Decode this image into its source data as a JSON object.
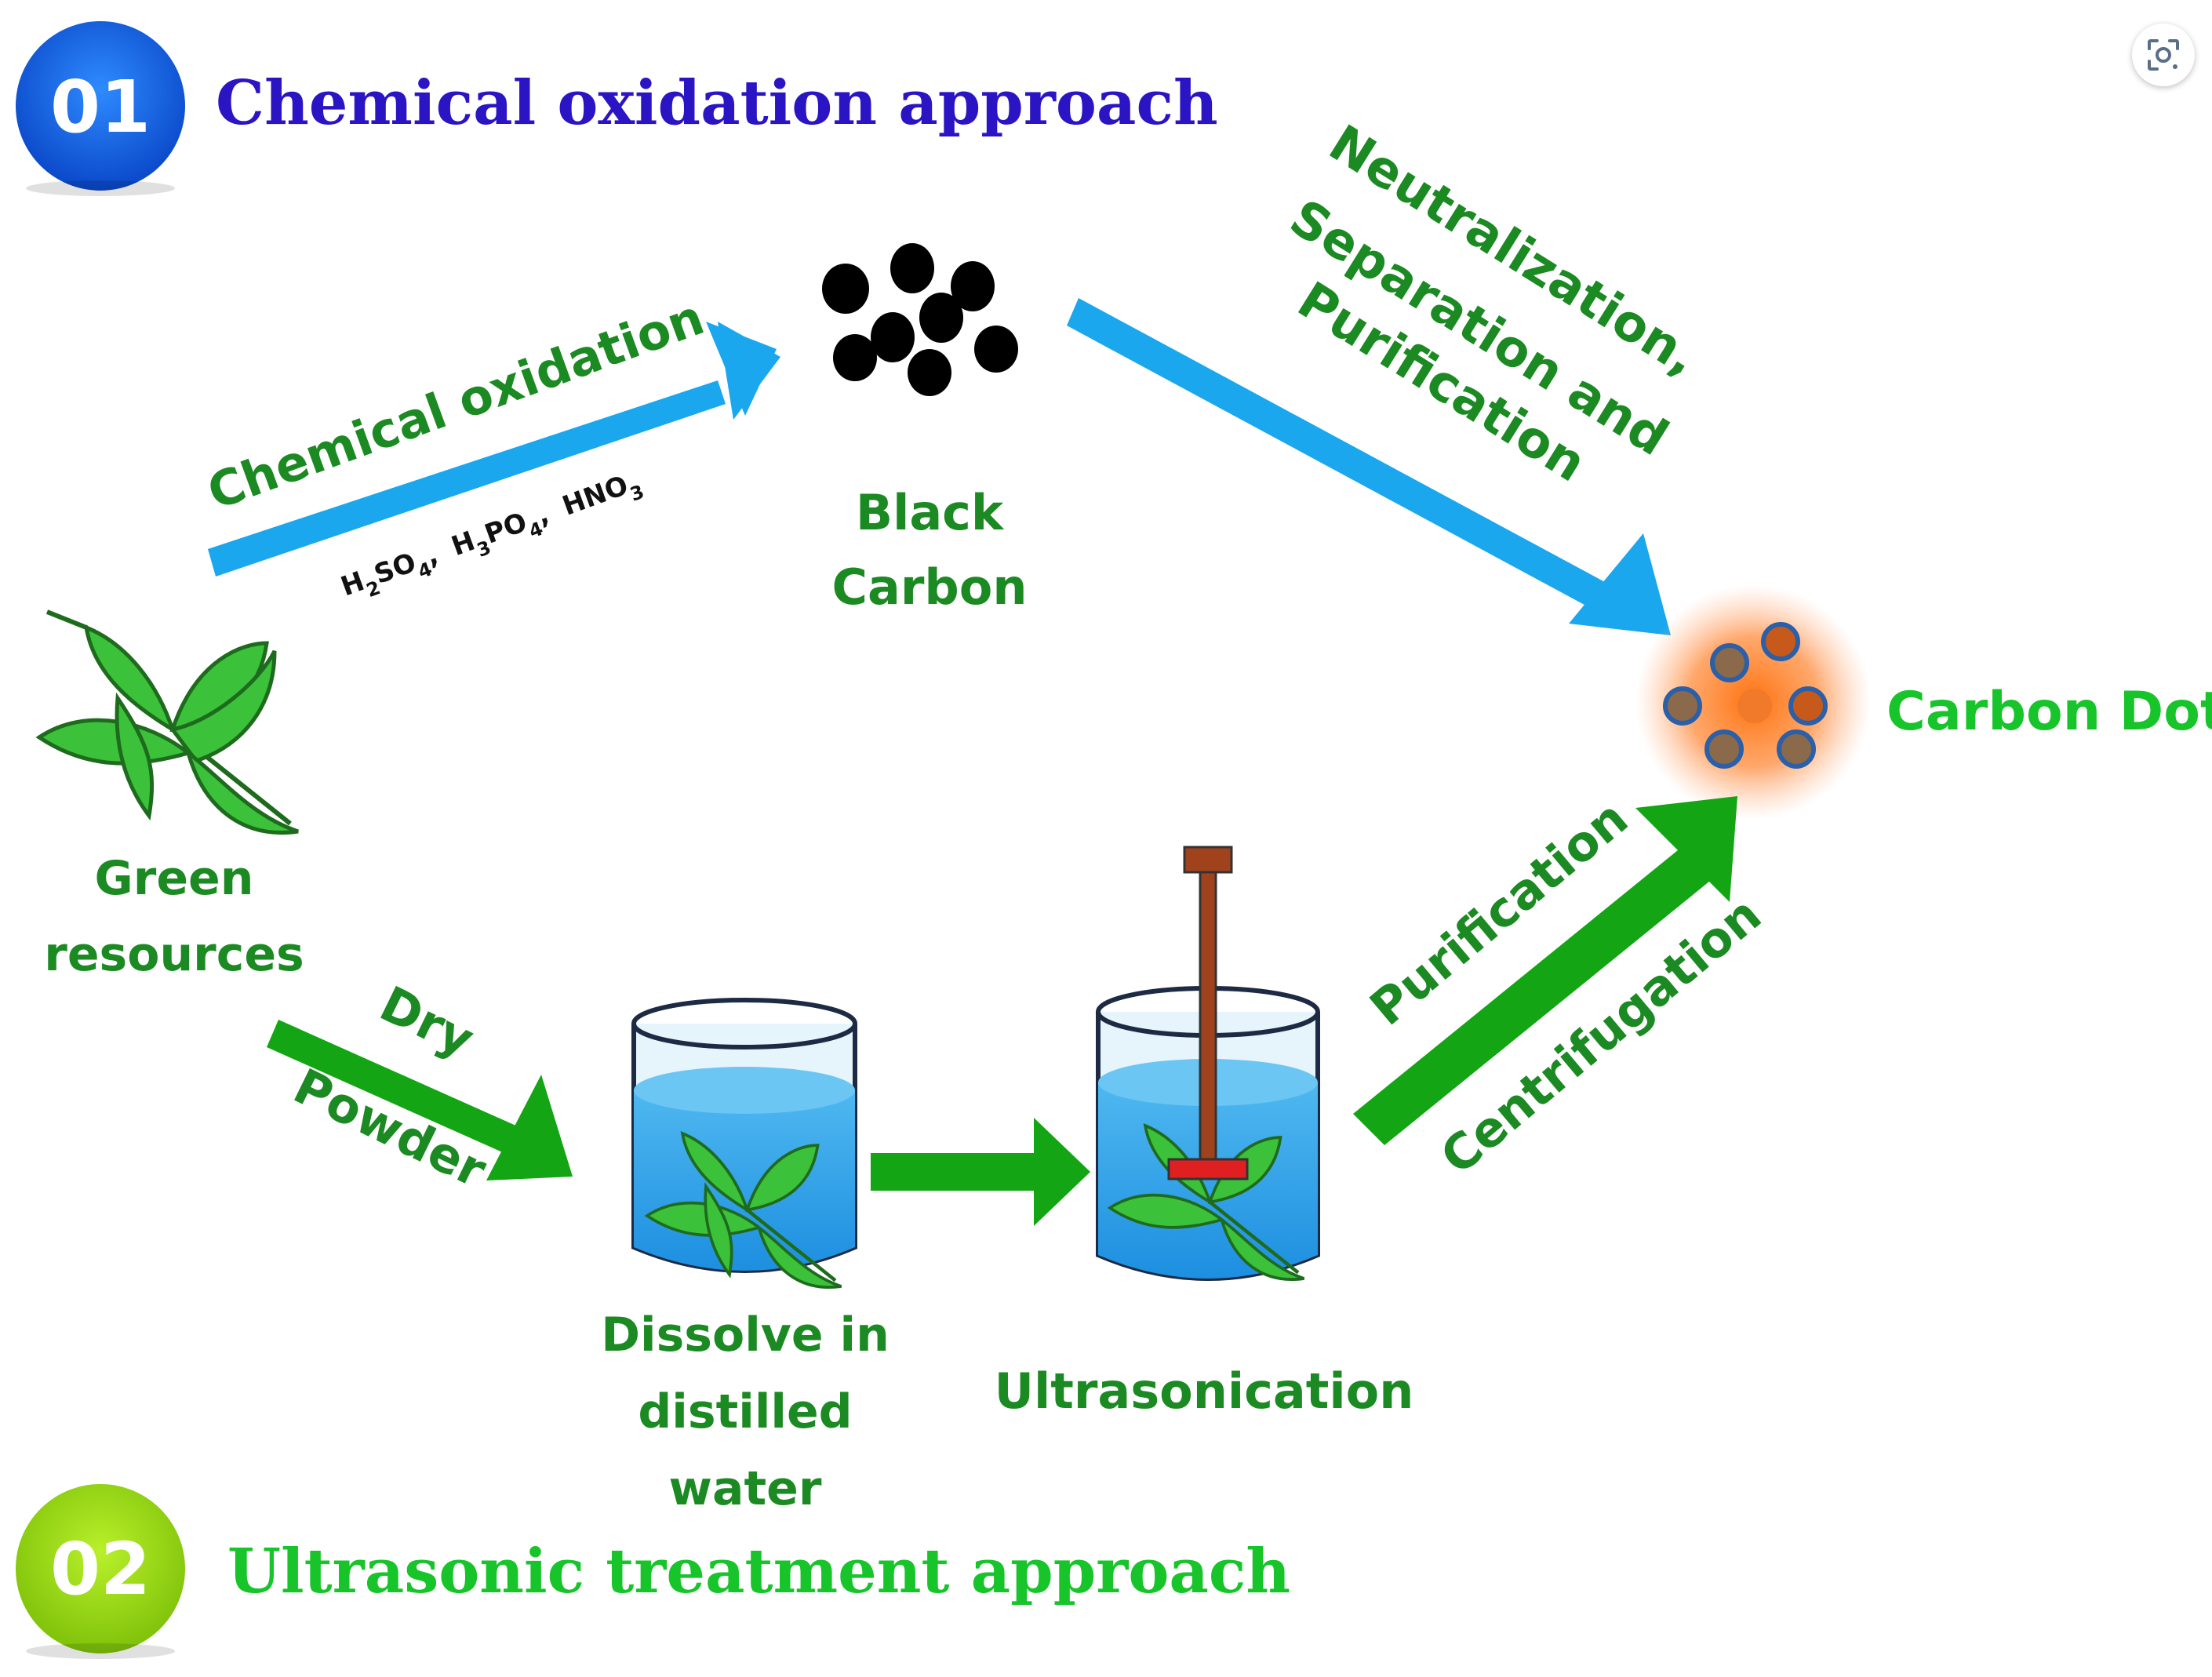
{
  "header": {
    "badge1": "01",
    "approach1": "Chemical oxidation approach",
    "badge2": "02",
    "approach2": "Ultrasonic treatment approach"
  },
  "nodes": {
    "green_resources": [
      "Green",
      "resources"
    ],
    "black_carbon": [
      "Black",
      "Carbon"
    ],
    "carbon_dot": "Carbon Dot",
    "dissolve": [
      "Dissolve in",
      "distilled",
      "water"
    ],
    "ultrasonication": "Ultrasonication"
  },
  "edges": {
    "chemical_oxidation": "Chemical oxidation",
    "acids": {
      "h2so4": {
        "base": "H",
        "sub1": "2",
        "rest": "SO",
        "sub2": "4",
        "sep": ","
      },
      "h3po4": {
        "base": "H",
        "sub1": "3",
        "rest": "PO",
        "sub2": "4",
        "sep": ","
      },
      "hno3": {
        "base": "HNO",
        "sub1": "3"
      }
    },
    "neutralization": [
      "Neutralization,",
      "Separation and",
      "Purification"
    ],
    "dry": "Dry",
    "powder": "Powder",
    "purification": "Purification",
    "centrifugation": "Centrifugation"
  },
  "colors": {
    "blue_badge": "#1565e8",
    "blue_text": "#2b14c4",
    "light_blue_arrow": "#1aa7ee",
    "green_arrow": "#13a513",
    "green_text": "#1c8a22",
    "bright_green_text": "#17c42a",
    "lime_badge": "#9bd80e",
    "carbon_dot_orange": "#f07a2a",
    "water_blue": "#36a6e8"
  },
  "icons": {
    "lens": "google-lens-icon"
  }
}
